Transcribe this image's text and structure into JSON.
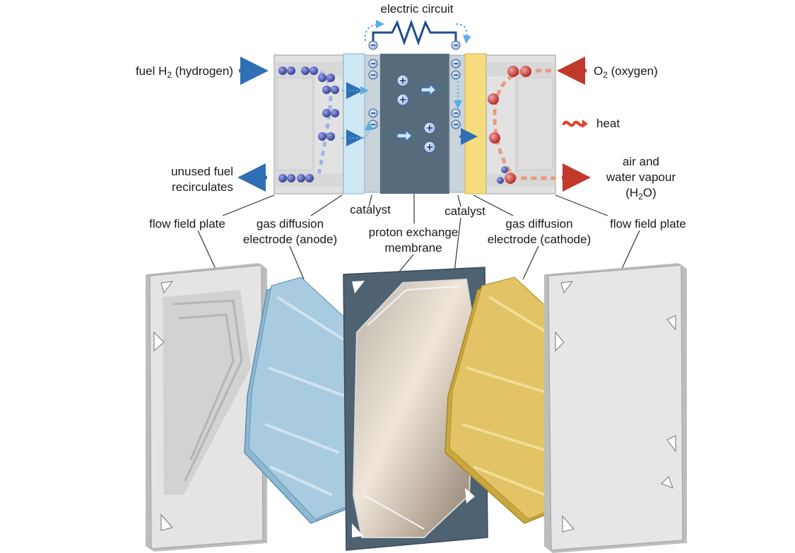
{
  "labels": {
    "electric_circuit": "electric circuit",
    "fuel_prefix": "fuel H",
    "fuel_sub": "2",
    "fuel_suffix": " (hydrogen)",
    "oxygen_prefix": "O",
    "oxygen_sub": "2",
    "oxygen_suffix": " (oxygen)",
    "heat": "heat",
    "unused_line1": "unused fuel",
    "unused_line2": "recirculates",
    "air_line1": "air and",
    "air_line2": "water vapour",
    "water_prefix": "(H",
    "water_sub": "2",
    "water_suffix": "O)",
    "catalyst_left": "catalyst",
    "catalyst_right": "catalyst",
    "flow_plate_left": "flow field plate",
    "flow_plate_right": "flow field plate",
    "gdl_anode_line1": "gas diffusion",
    "gdl_anode_line2": "electrode (anode)",
    "pem_line1": "proton exchange",
    "pem_line2": "membrane",
    "gdl_cathode_line1": "gas diffusion",
    "gdl_cathode_line2": "electrode (cathode)"
  },
  "colors": {
    "flow_plate": "#dcdcdc",
    "anode_gdl": "#a9cbe0",
    "membrane": "#566b7c",
    "cathode_gdl": "#e2c466",
    "hydrogen": "#4a57b0",
    "oxygen": "#d23b3b",
    "arrow_blue": "#2f6fb5",
    "arrow_red": "#c0392b",
    "wire": "#1f4e8c"
  }
}
